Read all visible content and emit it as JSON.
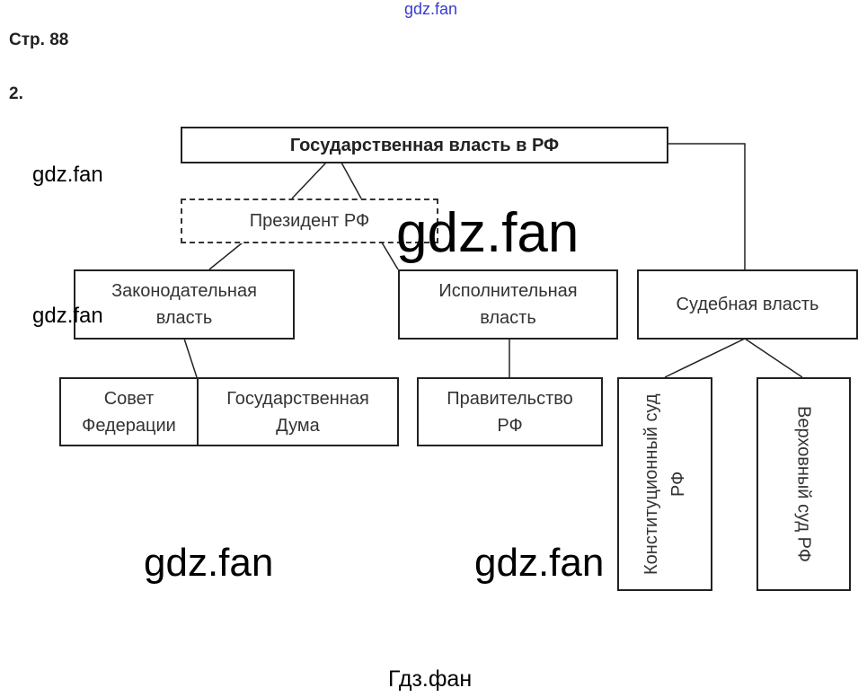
{
  "watermark_top": "gdz.fan",
  "page_label": "Стр. 88",
  "task_number": "2.",
  "diagram": {
    "root": "Государственная власть в РФ",
    "president": "Президент РФ",
    "legislative": "Законодательная власть",
    "executive": "Исполнительная власть",
    "judicial": "Судебная власть",
    "federation_council": "Совет Федерации",
    "state_duma": "Государственная Дума",
    "government": "Правительство РФ",
    "constitutional_court": "Конституционный суд РФ",
    "supreme_court": "Верховный суд РФ"
  },
  "watermarks": [
    "gdz.fan",
    "gdz.fan",
    "gdz.fan",
    "gdz.fan",
    "gdz.fan"
  ],
  "footer": "Гдз.фан",
  "colors": {
    "watermark_top": "#3a3ad0",
    "lines": "#222222"
  }
}
